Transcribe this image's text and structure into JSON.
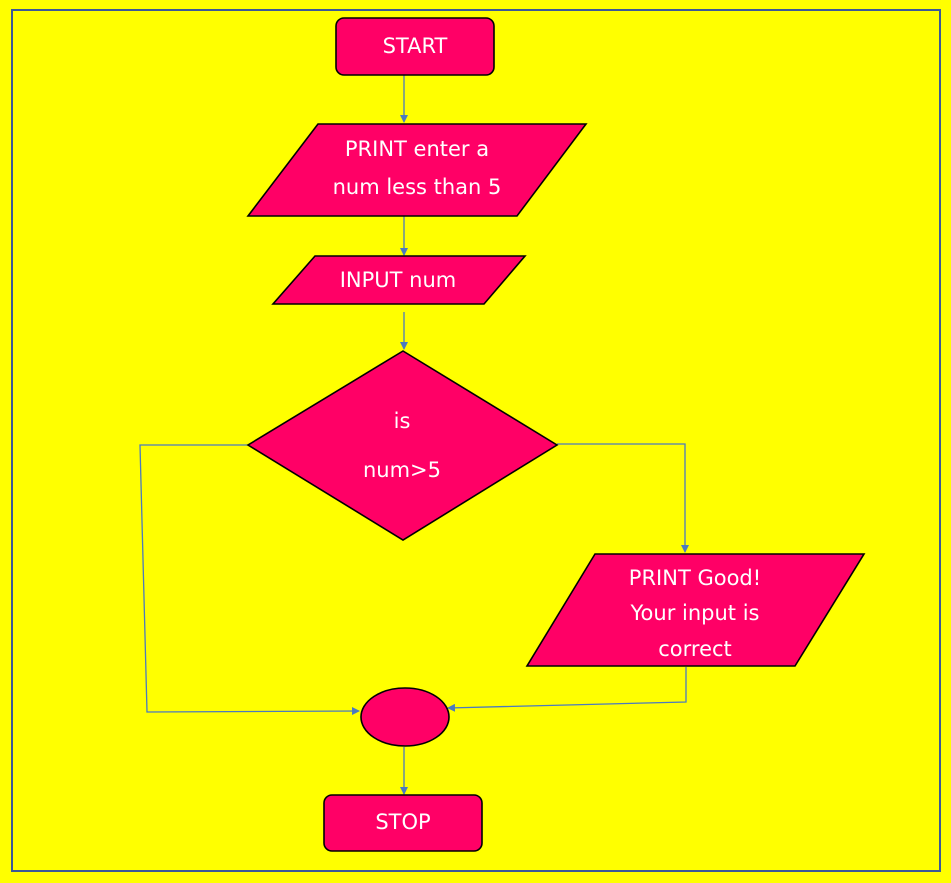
{
  "colors": {
    "background": "#ffff00",
    "frame": "#3b5998",
    "shape_fill": "#ff0066",
    "shape_stroke": "#000000",
    "connector": "#4a7ac0",
    "text": "#ffffff"
  },
  "nodes": {
    "start": {
      "shape": "rounded-rectangle",
      "text": "START"
    },
    "print_prompt": {
      "shape": "parallelogram",
      "lines": [
        "PRINT enter a",
        "num less than 5"
      ]
    },
    "input_num": {
      "shape": "parallelogram",
      "text": "INPUT num"
    },
    "decision": {
      "shape": "diamond",
      "lines": [
        "is",
        "num>5"
      ]
    },
    "print_good": {
      "shape": "parallelogram",
      "lines": [
        "PRINT Good!",
        "Your input is",
        "correct"
      ]
    },
    "connector": {
      "shape": "ellipse",
      "text": ""
    },
    "stop": {
      "shape": "rounded-rectangle",
      "text": "STOP"
    }
  },
  "edges": [
    {
      "from": "start",
      "to": "print_prompt"
    },
    {
      "from": "print_prompt",
      "to": "input_num"
    },
    {
      "from": "input_num",
      "to": "decision"
    },
    {
      "from": "decision",
      "to": "connector",
      "side": "left"
    },
    {
      "from": "decision",
      "to": "print_good",
      "side": "right"
    },
    {
      "from": "print_good",
      "to": "connector"
    },
    {
      "from": "connector",
      "to": "stop"
    }
  ]
}
